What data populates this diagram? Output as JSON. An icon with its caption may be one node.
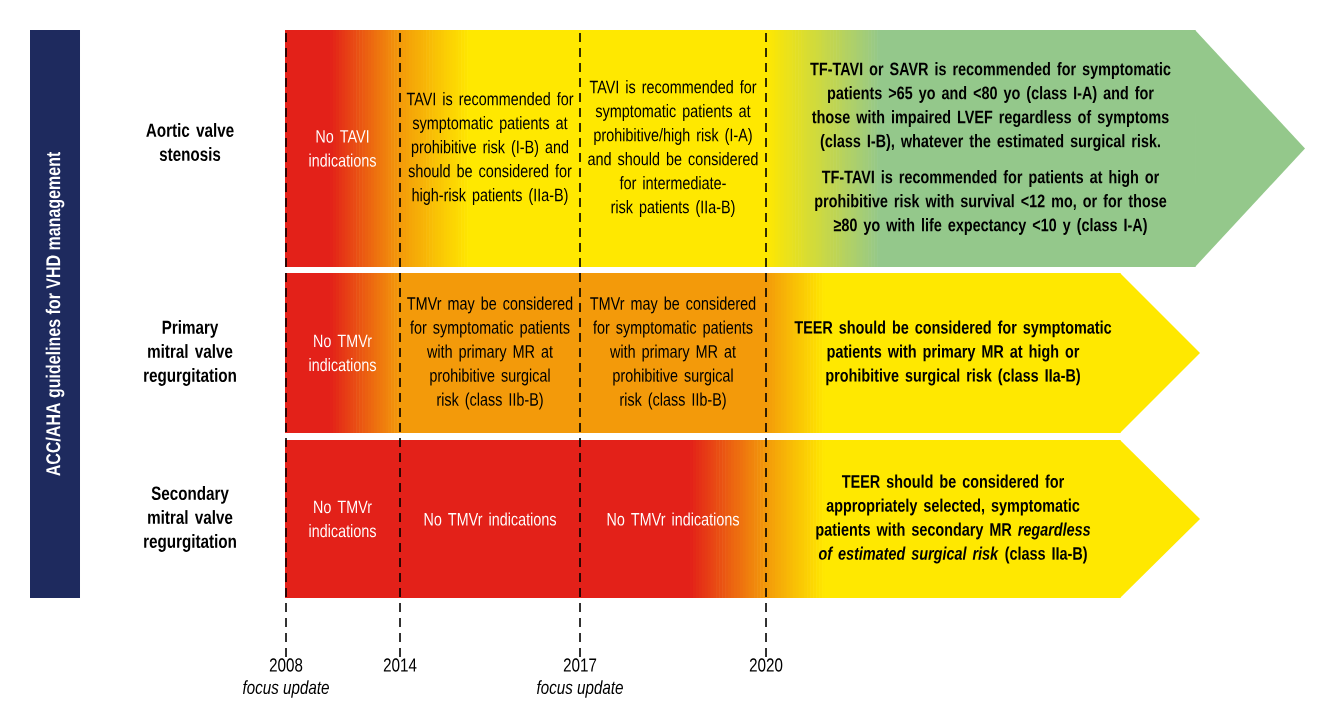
{
  "diagram": {
    "nodes": [
      {
        "text": [
          "ACC/AHA guidelines for VHD management"
        ]
      },
      {
        "text": [
          "No TAVI indications"
        ]
      },
      {
        "text": [
          "TAVI is recommended for symptomatic patients at prohibitive risk (I-B) and should be considered for high-risk patients (IIa-B)"
        ]
      },
      {
        "text": [
          "TAVI is recommended for symptomatic patients at prohibitive/high risk (I-A) and should be considered for intermediate-risk patients (IIa-B)"
        ]
      },
      {
        "text": [
          "TF-TAVI or SAVR is recommended for symptomatic patients >65 yo and <80 yo (class I-A) and for those with impaired LVEF regardless of symptoms (class I-B), whatever the estimated surgical risk.",
          "TF-TAVI is recommended for patients at high or prohibitive risk with survival <12 mo, or for those ≥80 yo with life expectancy <10 y (class I-A)"
        ]
      },
      {
        "text": [
          "No TMVr indications"
        ]
      },
      {
        "text": [
          "TMVr may be considered for symptomatic patients with primary MR at prohibitive surgical risk (class IIb-B)"
        ]
      },
      {
        "text": [
          "TMVr may be considered for symptomatic patients with primary MR at prohibitive surgical risk (class IIb-B)"
        ]
      },
      {
        "text": [
          "TEER should be considered for symptomatic patients with primary MR at high or prohibitive surgical risk (class IIa-B)"
        ]
      },
      {
        "text": [
          "No TMVr indications"
        ]
      },
      {
        "text": [
          "No TMVr indications"
        ]
      },
      {
        "text": [
          "No TMVr indications"
        ]
      },
      {
        "text": [
          "TEER should be considered for appropriately selected, symptomatic patients with secondary MR *regardless of estimated surgical risk* (class IIa-B)"
        ]
      },
      {
        "text": [
          "2008"
        ],
        "beside": [
          "focus update"
        ]
      },
      {
        "text": [
          "2014"
        ]
      },
      {
        "text": [
          "2017"
        ],
        "beside": [
          "focus update"
        ]
      },
      {
        "text": [
          "2020"
        ]
      }
    ],
    "edges": [
      {
        "from": 13,
        "to": 1,
        "arrow": "none",
        "style": "dashed"
      },
      {
        "from": 14,
        "to": 2,
        "arrow": "none",
        "style": "dashed"
      },
      {
        "from": 15,
        "to": 2,
        "arrow": "none",
        "style": "dashed"
      },
      {
        "from": 16,
        "to": 4,
        "arrow": "none",
        "style": "dashed"
      }
    ],
    "labels": [
      "Aortic valve stenosis",
      "Primary mitral valve regurgitation",
      "Secondary mitral valve regurgitation"
    ]
  }
}
